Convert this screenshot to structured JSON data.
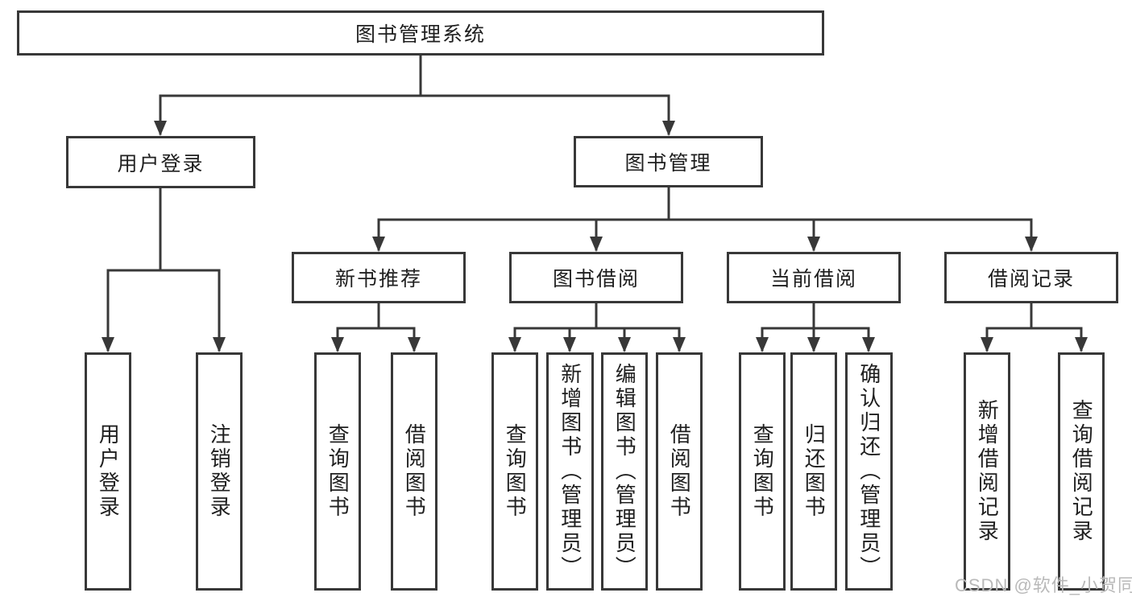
{
  "diagram": {
    "root": {
      "label": "图书管理系统"
    },
    "branches": [
      {
        "label": "用户登录",
        "children": [
          {
            "label": "用户登录"
          },
          {
            "label": "注销登录"
          }
        ]
      },
      {
        "label": "图书管理",
        "children": [
          {
            "label": "新书推荐",
            "children": [
              {
                "label": "查询图书"
              },
              {
                "label": "借阅图书"
              }
            ]
          },
          {
            "label": "图书借阅",
            "children": [
              {
                "label": "查询图书"
              },
              {
                "label": "新增图书（管理员）"
              },
              {
                "label": "编辑图书（管理员）"
              },
              {
                "label": "借阅图书"
              }
            ]
          },
          {
            "label": "当前借阅",
            "children": [
              {
                "label": "查询图书"
              },
              {
                "label": "归还图书"
              },
              {
                "label": "确认归还（管理员）"
              }
            ]
          },
          {
            "label": "借阅记录",
            "children": [
              {
                "label": "新增借阅记录"
              },
              {
                "label": "查询借阅记录"
              }
            ]
          }
        ]
      }
    ]
  },
  "watermark": {
    "text": "CSDN @软件_小贺同学"
  },
  "colors": {
    "line": "#383838",
    "box_border": "#383838",
    "box_fill": "#ffffff",
    "text": "#1f1f1f",
    "watermark": "#b9b9b9",
    "background": "#ffffff"
  }
}
